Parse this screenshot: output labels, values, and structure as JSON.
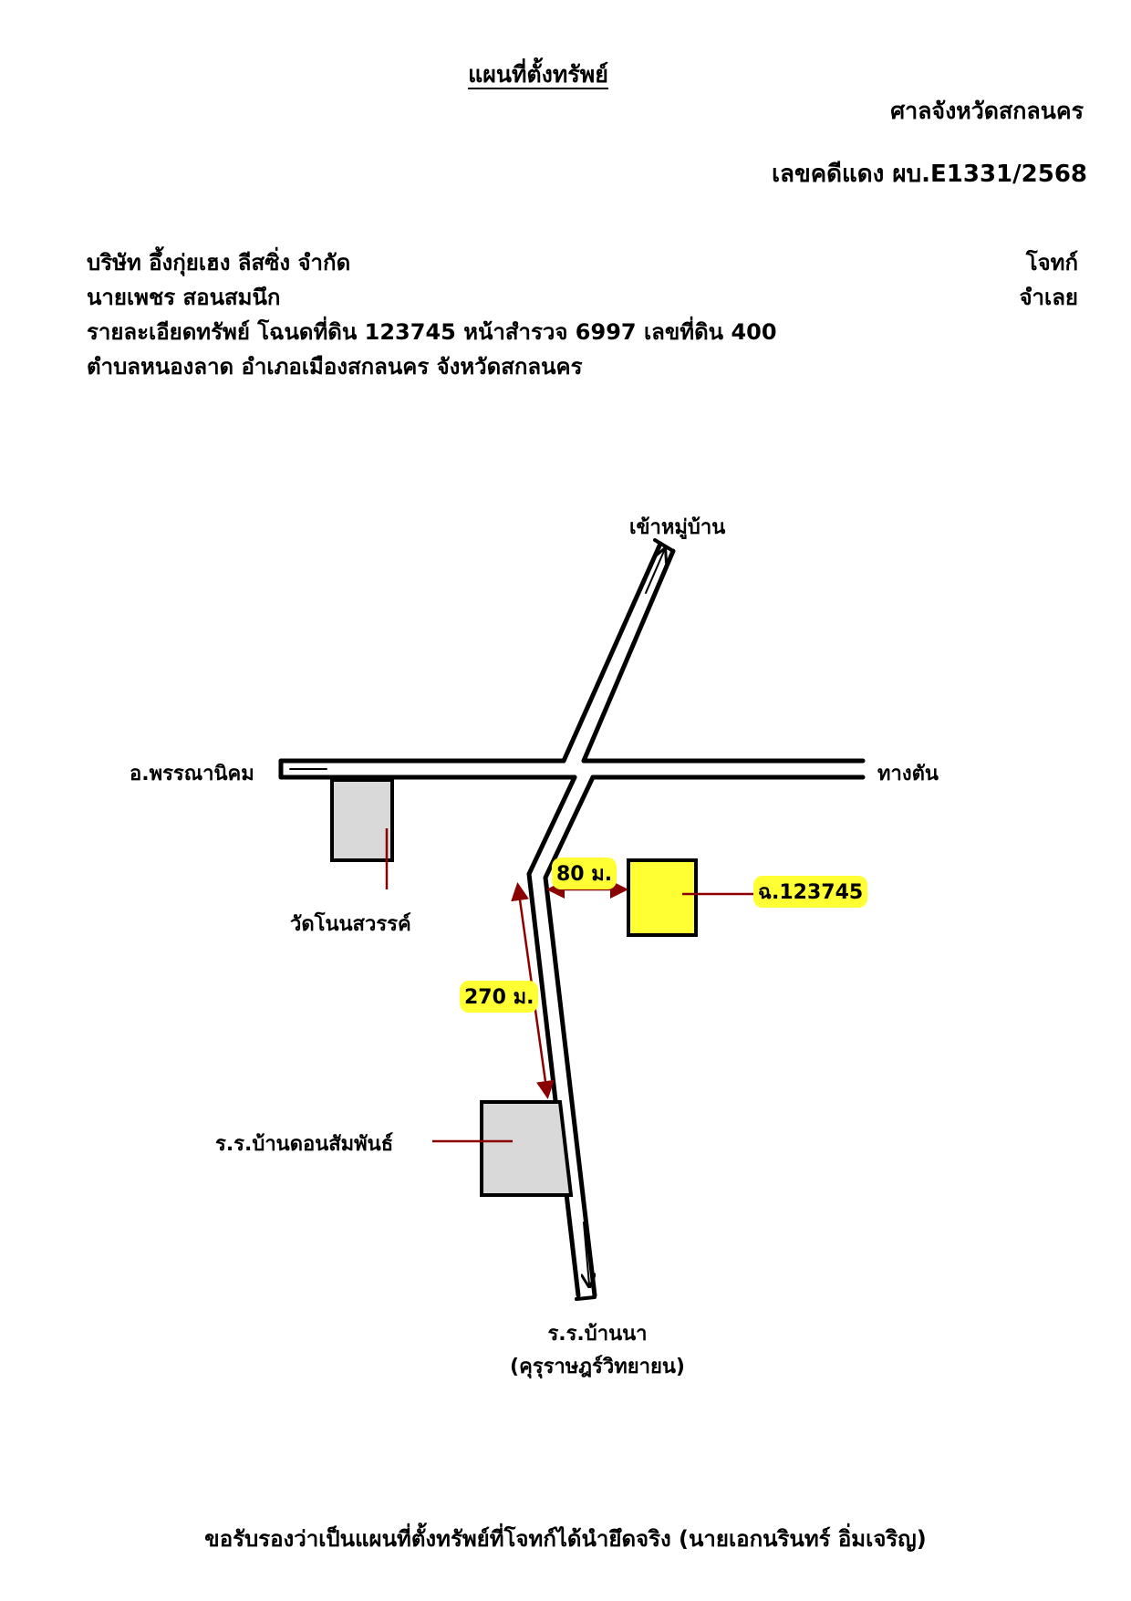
{
  "header": {
    "title": "แผนที่ตั้งทรัพย์",
    "court": "ศาลจังหวัดสกลนคร",
    "case_number": "เลขคดีแดง ผบ.E1331/2568"
  },
  "parties": {
    "plaintiff_name": "บริษัท อึ้งกุ่ยเฮง ลีสซิ่ง จำกัด",
    "plaintiff_role": "โจทก์",
    "defendant_name": "นายเพชร สอนสมนึก",
    "defendant_role": "จำเลย",
    "property_line1": "รายละเอียดทรัพย์ โฉนดที่ดิน 123745 หน้าสำรวจ 6997 เลขที่ดิน 400",
    "property_line2": "ตำบลหนองลาด อำเภอเมืองสกลนคร จังหวัดสกลนคร"
  },
  "map": {
    "label_north": "เข้าหมู่บ้าน",
    "label_west": "อ.พรรณานิคม",
    "label_east": "ทางตัน",
    "label_temple": "วัดโนนสวรรค์",
    "label_plot": "ฉ.123745",
    "label_distance_plot": "80 ม.",
    "label_distance_school": "270 ม.",
    "label_school_near": "ร.ร.บ้านดอนสัมพันธ์",
    "label_school_south_line1": "ร.ร.บ้านนา",
    "label_school_south_line2": "(คุรุราษฎร์วิทยายน)",
    "colors": {
      "plot_fill": "#ffff33",
      "building_fill": "#d9d9d9",
      "pointer": "#8b0000",
      "highlight": "#ffff33"
    }
  },
  "footer": {
    "certification": "ขอรับรองว่าเป็นแผนที่ตั้งทรัพย์ที่โจทก์ได้นำยึดจริง (นายเอกนรินทร์ อิ่มเจริญ)"
  }
}
